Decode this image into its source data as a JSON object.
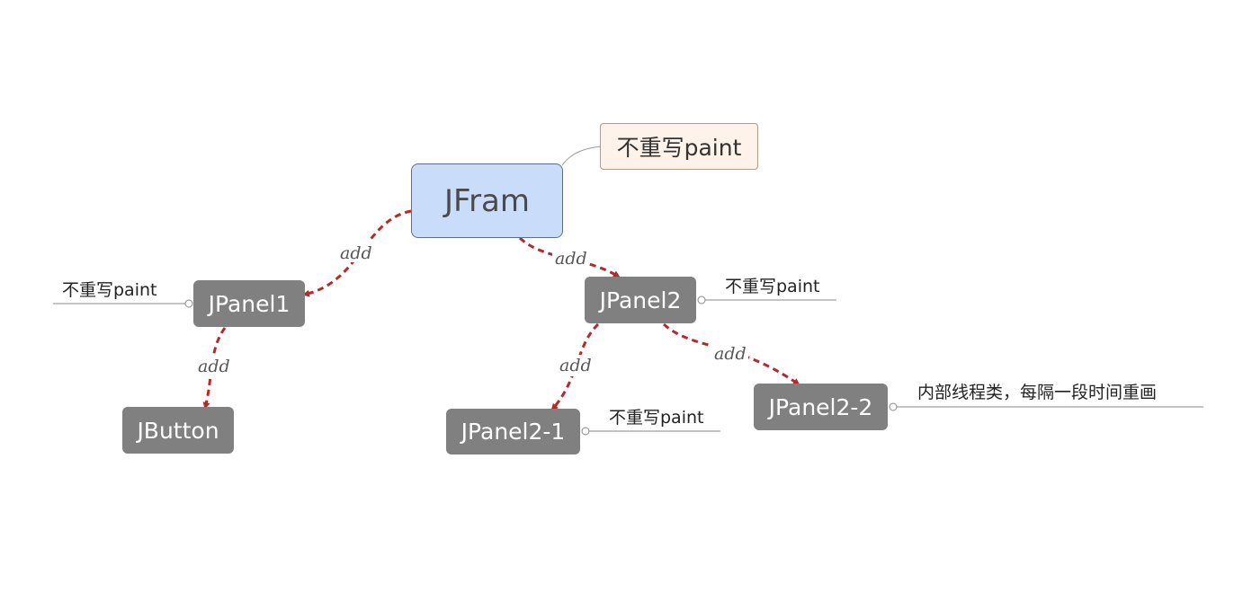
{
  "diagram": {
    "root": {
      "label": "JFram"
    },
    "root_callout": {
      "text": "不重写paint"
    },
    "nodes": {
      "jpanel1": "JPanel1",
      "jpanel2": "JPanel2",
      "jbutton": "JButton",
      "jpanel2_1": "JPanel2-1",
      "jpanel2_2": "JPanel2-2"
    },
    "notes": {
      "jpanel1": "不重写paint",
      "jpanel2": "不重写paint",
      "jpanel2_1": "不重写paint",
      "jpanel2_2": "内部线程类，每隔一段时间重画"
    },
    "edge_label": "add",
    "colors": {
      "root_fill": "#c9dcfa",
      "child_fill": "#808080",
      "edge": "#b22a2a",
      "callout_fill": "#fdf3ea"
    }
  }
}
